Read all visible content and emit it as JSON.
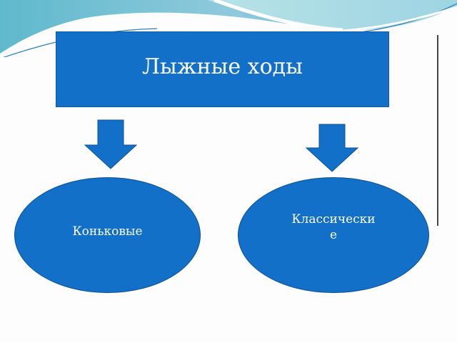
{
  "slide": {
    "title": "Лыжные ходы",
    "left_node": "Коньковые",
    "right_node": "Классически е",
    "right_node_line1": "Классически",
    "right_node_line2": "е"
  },
  "colors": {
    "shape_fill": "#1270c8",
    "shape_border": "#0d4f94",
    "text": "#ffffff",
    "wave_light": "#a6dbe2",
    "wave_dark": "#5fb3cf"
  }
}
